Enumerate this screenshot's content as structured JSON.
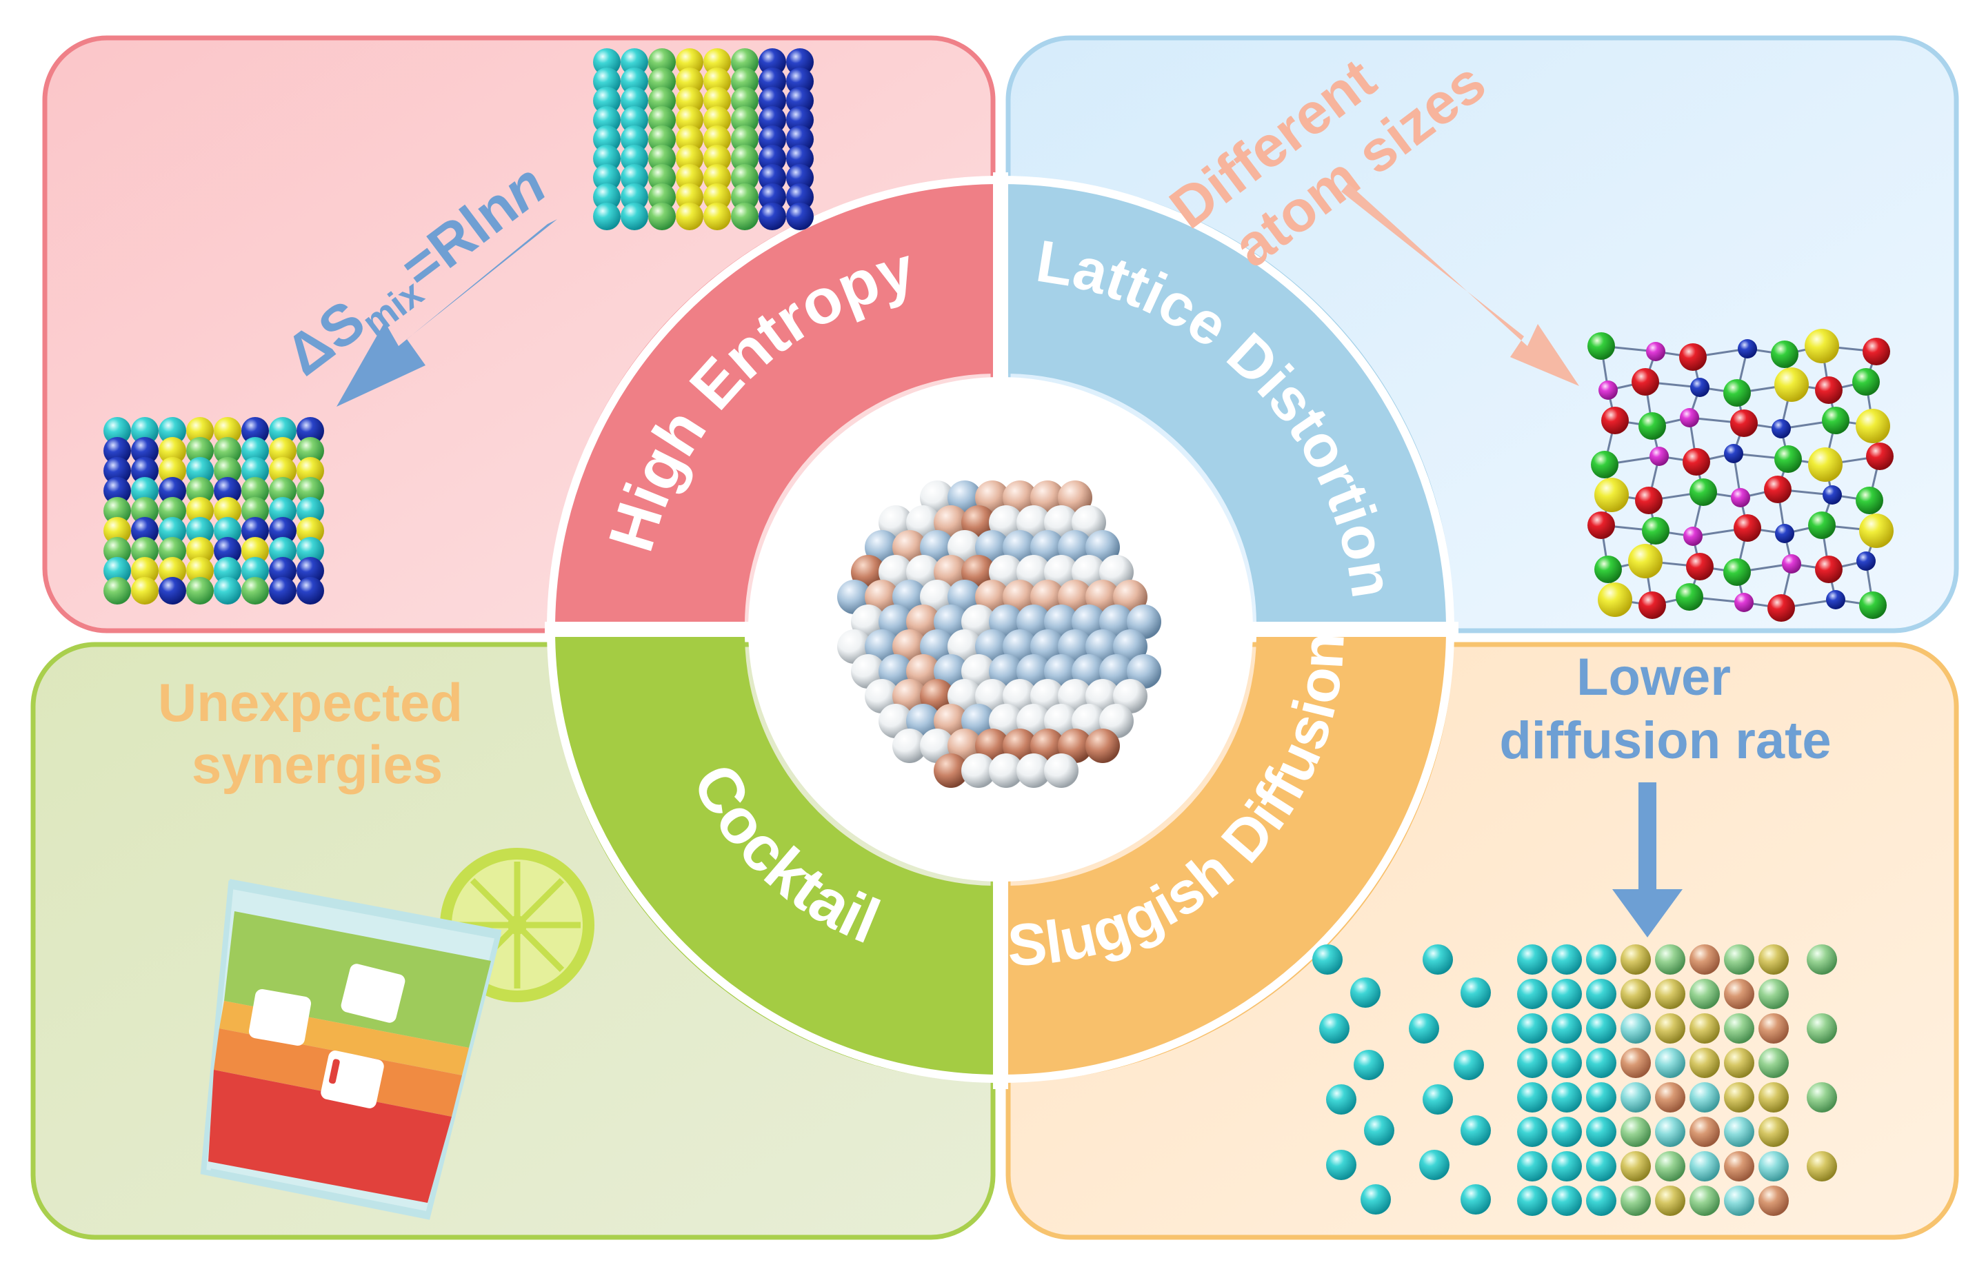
{
  "diagram": {
    "ring_labels": {
      "high_entropy": "High Entropy",
      "lattice_distortion": "Lattice Distortion",
      "cocktail": "Cocktail",
      "sluggish_diffusion": "Sluggish Diffusion"
    },
    "formula": {
      "prefix": "ΔS",
      "subscript": "mix",
      "rest": "=Rln",
      "italic_n": "n"
    },
    "top_right_caption": {
      "line1": "Different",
      "line2": "atom sizes"
    },
    "bottom_left_caption": {
      "line1": "Unexpected",
      "line2": "synergies"
    },
    "bottom_right_caption": {
      "line1": "Lower",
      "line2": "diffusion rate"
    },
    "colors": {
      "q1_fill": "#fbc9cc",
      "q1_border": "#ef7f86",
      "q2_fill": "#dcefff",
      "q2_border": "#a9d3ec",
      "q3_fill": "#dfe8c3",
      "q3_border": "#a9cf4d",
      "q4_fill": "#ffe8cc",
      "q4_border": "#f7c36e",
      "ring_high_entropy": "#ef7f86",
      "ring_lattice": "#a5d1e8",
      "ring_cocktail": "#a4cc43",
      "ring_sluggish": "#f8c06b",
      "arrow_blue": "#6f9fd3",
      "arrow_salmon": "#f6b9a4",
      "caption_salmon": "#f7b49c",
      "caption_orange": "#f6c177",
      "caption_blue": "#6d9fd4"
    },
    "icons": {
      "center": "nanoparticle-sphere-icon",
      "q1_top": "ordered-atom-lattice-icon",
      "q1_bottom": "mixed-atom-lattice-icon",
      "q2": "distorted-lattice-icon",
      "q3": "cocktail-glass-icon",
      "q4": "diffusing-atoms-icon"
    }
  }
}
